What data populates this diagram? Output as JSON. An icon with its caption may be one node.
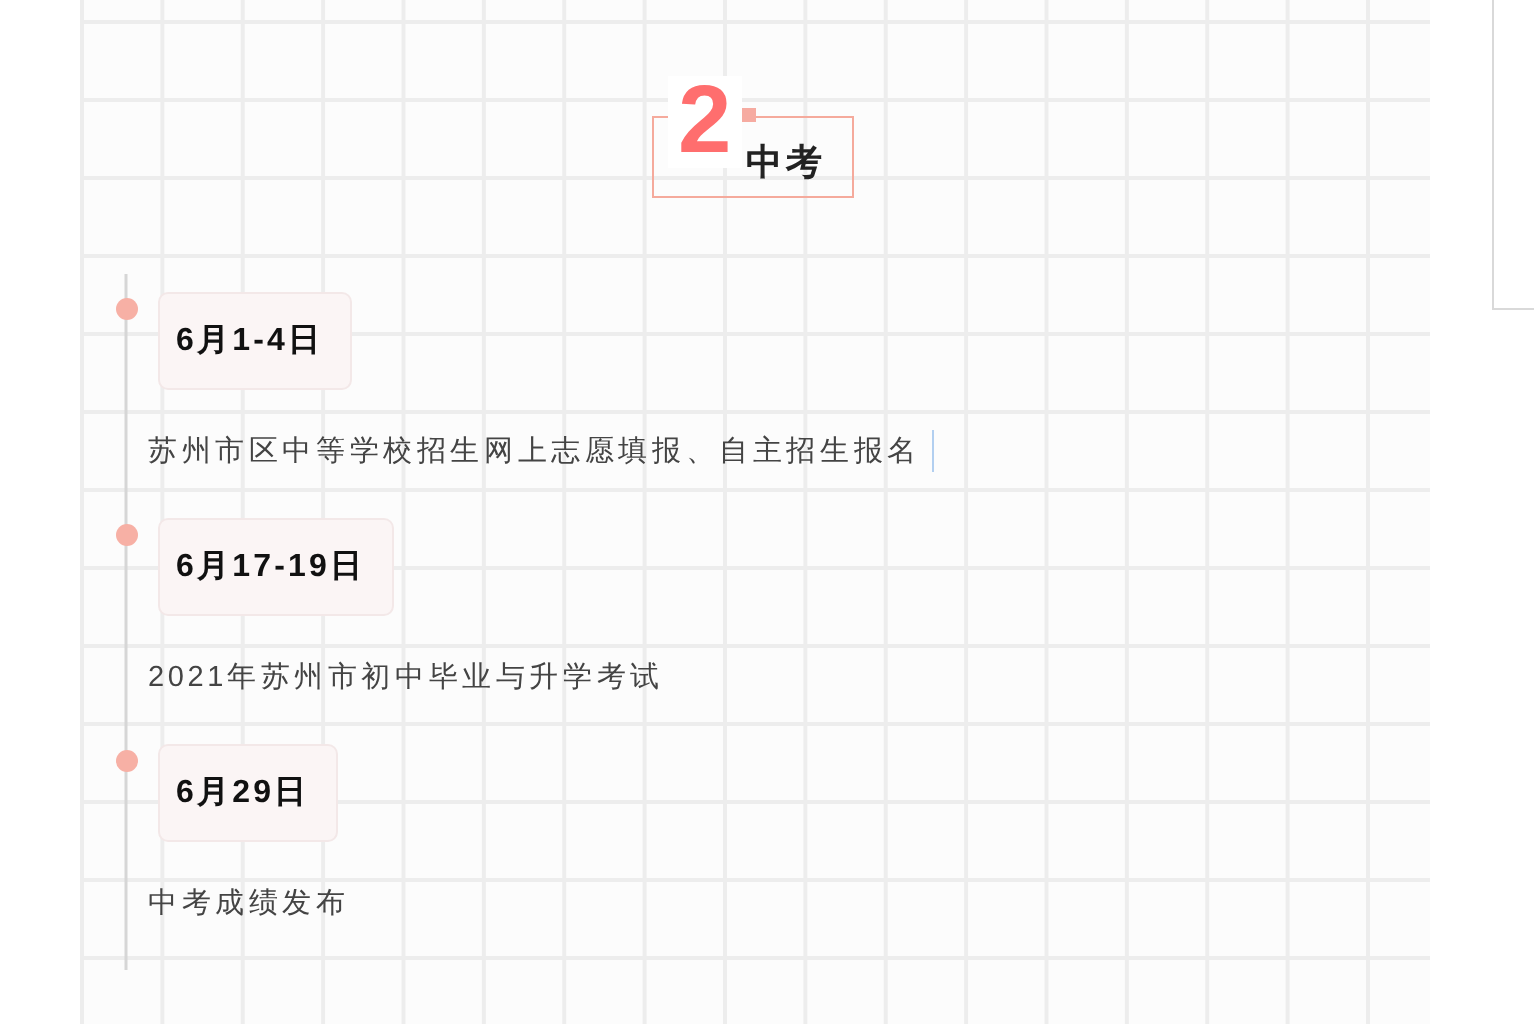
{
  "diagram": {
    "nodes": [
      {
        "text": [
          "2",
          "中考"
        ]
      },
      {
        "text": [
          "6月1-4日"
        ],
        "beside": [
          "苏州市区中等学校招生网上志愿填报、自主招生报名"
        ]
      },
      {
        "text": [
          "6月17-19日"
        ],
        "beside": [
          "2021年苏州市初中毕业与升学考试"
        ]
      },
      {
        "text": [
          "6月29日"
        ],
        "beside": [
          "中考成绩发布"
        ]
      }
    ]
  }
}
